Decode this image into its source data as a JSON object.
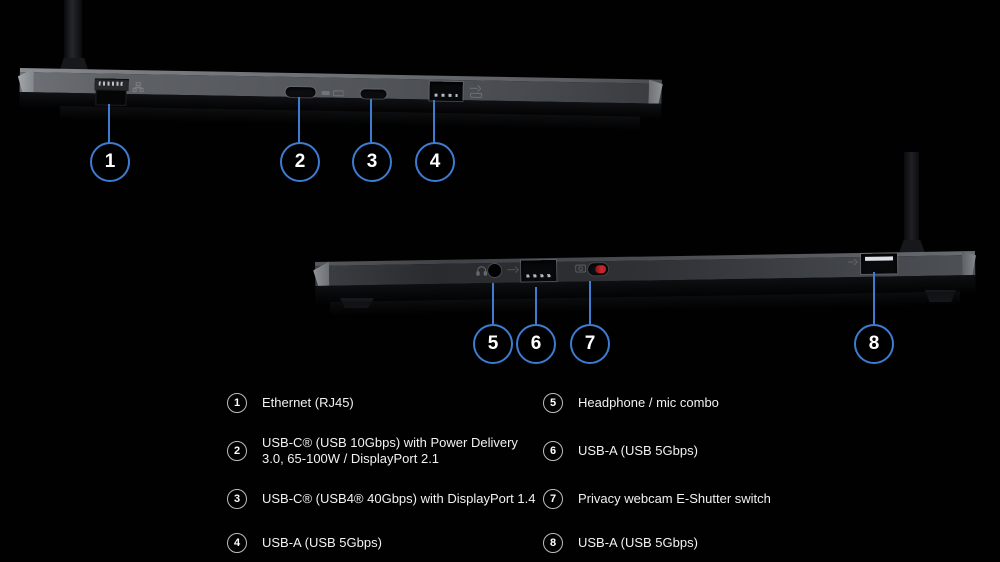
{
  "colors": {
    "background": "#010101",
    "callout_blue": "#3d7cd0",
    "legend_ring_grey": "#b9bdc2",
    "text_white": "#f2f2f2",
    "shutter_red": "#d2252e",
    "chassis_grey_left_view": "#54575c",
    "chassis_grey_right_view": "#2e3034"
  },
  "diagram": {
    "left_view": {
      "callouts": [
        {
          "num": "1",
          "port": "ethernet-rj45-port"
        },
        {
          "num": "2",
          "port": "usb-c-port"
        },
        {
          "num": "3",
          "port": "usb-c-port"
        },
        {
          "num": "4",
          "port": "usb-a-port"
        }
      ]
    },
    "right_view": {
      "callouts": [
        {
          "num": "5",
          "port": "headphone-mic-combo-jack"
        },
        {
          "num": "6",
          "port": "usb-a-port"
        },
        {
          "num": "7",
          "port": "privacy-e-shutter-switch"
        },
        {
          "num": "8",
          "port": "usb-a-port"
        }
      ]
    },
    "icons": [
      "ethernet-icon",
      "power-delivery-icon",
      "usb-icon",
      "headset-icon",
      "camera-shutter-icon"
    ]
  },
  "legend": {
    "left_items": [
      {
        "num": "1",
        "lines": [
          "Ethernet (RJ45)"
        ]
      },
      {
        "num": "2",
        "lines": [
          "USB-C® (USB 10Gbps) with Power Delivery",
          "3.0, 65-100W / DisplayPort 2.1"
        ]
      },
      {
        "num": "3",
        "lines": [
          "USB-C® (USB4® 40Gbps) with DisplayPort 1.4"
        ]
      },
      {
        "num": "4",
        "lines": [
          "USB-A (USB 5Gbps)"
        ]
      }
    ],
    "right_items": [
      {
        "num": "5",
        "lines": [
          "Headphone / mic combo"
        ]
      },
      {
        "num": "6",
        "lines": [
          "USB-A (USB 5Gbps)"
        ]
      },
      {
        "num": "7",
        "lines": [
          "Privacy webcam E-Shutter switch"
        ]
      },
      {
        "num": "8",
        "lines": [
          "USB-A (USB 5Gbps)"
        ]
      }
    ]
  }
}
